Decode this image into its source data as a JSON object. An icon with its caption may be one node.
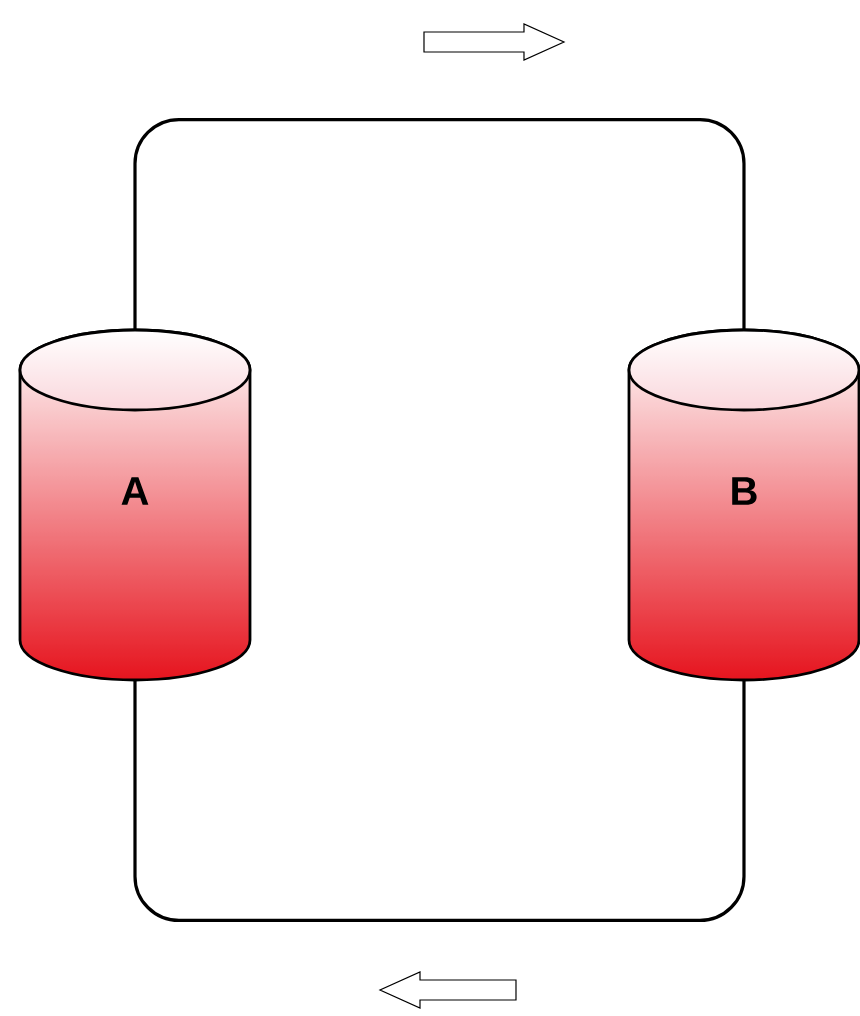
{
  "diagram": {
    "nodes": [
      {
        "text": [
          "A"
        ]
      },
      {
        "text": [
          "B"
        ]
      }
    ],
    "edges": [
      {
        "from": 0,
        "to": 1,
        "arrow": "none"
      },
      {
        "from": 0,
        "to": 1,
        "arrow": "none"
      }
    ]
  }
}
